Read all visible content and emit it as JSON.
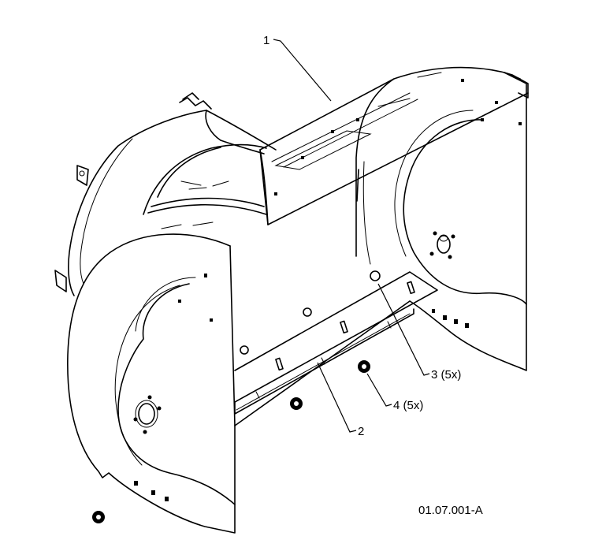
{
  "callouts": [
    {
      "label": "1"
    },
    {
      "label": "2"
    },
    {
      "label": "3 (5x)"
    },
    {
      "label": "4 (5x)"
    }
  ],
  "figure_id": "01.07.001-A",
  "colors": {
    "ink": "#000000",
    "background": "#ffffff"
  }
}
